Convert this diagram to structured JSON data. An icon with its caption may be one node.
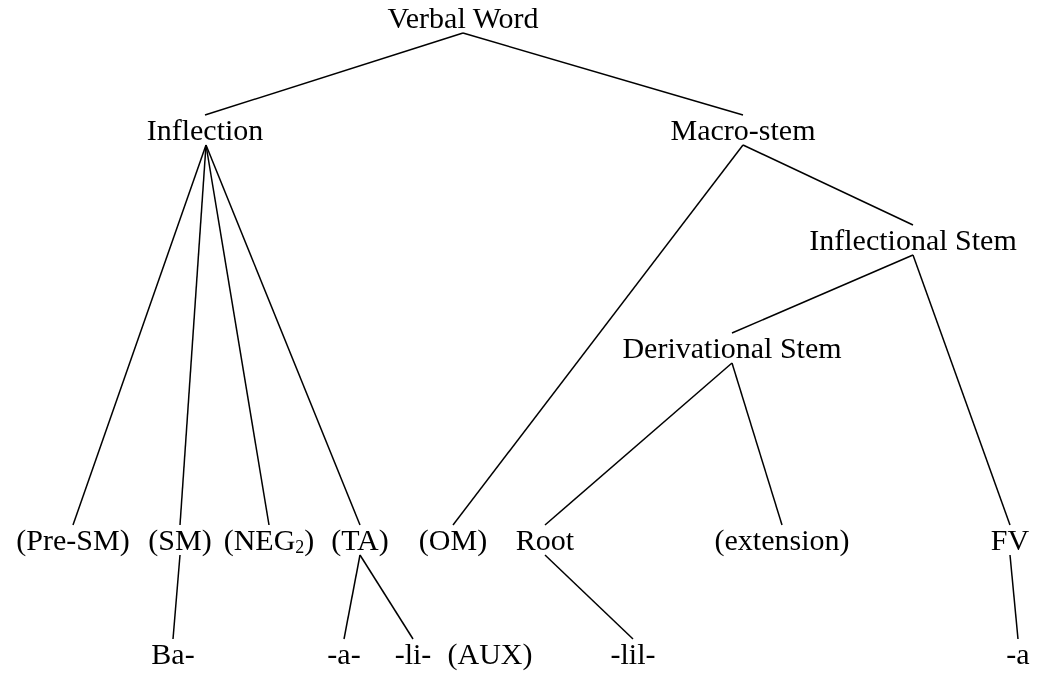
{
  "diagram": {
    "nodes": [
      {
        "text": [
          "Verbal Word"
        ]
      },
      {
        "text": [
          "Inflection"
        ]
      },
      {
        "text": [
          "Macro-stem"
        ]
      },
      {
        "text": [
          "Inflectional Stem"
        ]
      },
      {
        "text": [
          "Derivational Stem"
        ]
      },
      {
        "text": [
          "(Pre-SM)"
        ]
      },
      {
        "text": [
          "(SM)"
        ]
      },
      {
        "text": [
          "(NEG$_{2}$)"
        ]
      },
      {
        "text": [
          "(TA)"
        ]
      },
      {
        "text": [
          "(OM)"
        ]
      },
      {
        "text": [
          "Root"
        ]
      },
      {
        "text": [
          "(extension)"
        ]
      },
      {
        "text": [
          "FV"
        ]
      },
      {
        "text": [
          "Ba-"
        ]
      },
      {
        "text": [
          "-a-"
        ]
      },
      {
        "text": [
          "-li-"
        ]
      },
      {
        "text": [
          "-lil-"
        ]
      },
      {
        "text": [
          "-a"
        ]
      }
    ],
    "edges": [
      {
        "from": 0,
        "to": 1,
        "arrow": "none"
      },
      {
        "from": 0,
        "to": 2,
        "arrow": "none"
      },
      {
        "from": 1,
        "to": 5,
        "arrow": "none"
      },
      {
        "from": 1,
        "to": 6,
        "arrow": "none"
      },
      {
        "from": 1,
        "to": 7,
        "arrow": "none"
      },
      {
        "from": 1,
        "to": 8,
        "arrow": "none"
      },
      {
        "from": 2,
        "to": 9,
        "arrow": "none"
      },
      {
        "from": 2,
        "to": 3,
        "arrow": "none"
      },
      {
        "from": 3,
        "to": 4,
        "arrow": "none"
      },
      {
        "from": 3,
        "to": 12,
        "arrow": "none"
      },
      {
        "from": 4,
        "to": 10,
        "arrow": "none"
      },
      {
        "from": 4,
        "to": 11,
        "arrow": "none"
      },
      {
        "from": 6,
        "to": 13,
        "arrow": "none"
      },
      {
        "from": 8,
        "to": 14,
        "arrow": "none"
      },
      {
        "from": 8,
        "to": 15,
        "arrow": "none"
      },
      {
        "from": 10,
        "to": 16,
        "arrow": "none"
      },
      {
        "from": 12,
        "to": 17,
        "arrow": "none"
      }
    ],
    "labels": [
      "(AUX)"
    ]
  }
}
